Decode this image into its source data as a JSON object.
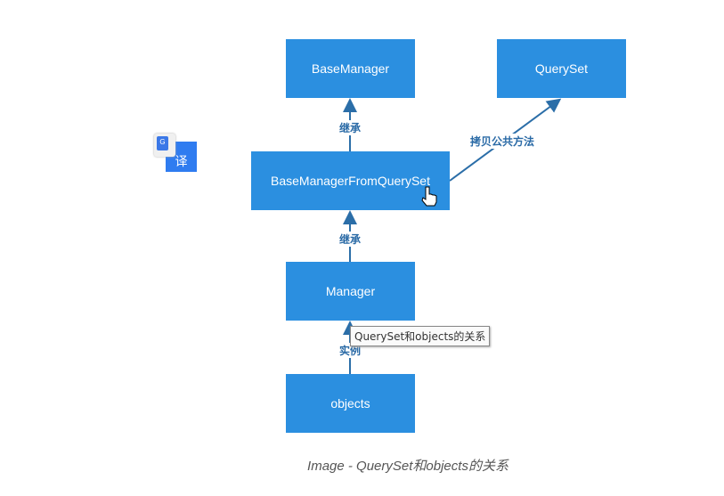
{
  "diagram": {
    "nodes": {
      "base_manager": "BaseManager",
      "queryset": "QuerySet",
      "base_manager_from_queryset": "BaseManagerFromQuerySet",
      "manager": "Manager",
      "objects": "objects"
    },
    "edges": {
      "inherit_1": "继承",
      "inherit_2": "继承",
      "instance": "实例",
      "copy_methods": "拷贝公共方法"
    },
    "caption": "Image - QuerySet和objects的关系",
    "box_color": "#2b8fe0",
    "arrow_color": "#2b6ea8"
  },
  "tooltip": "QuerySet和objects的关系",
  "translate_widget": {
    "label": "译",
    "icon": "google-translate-icon"
  }
}
